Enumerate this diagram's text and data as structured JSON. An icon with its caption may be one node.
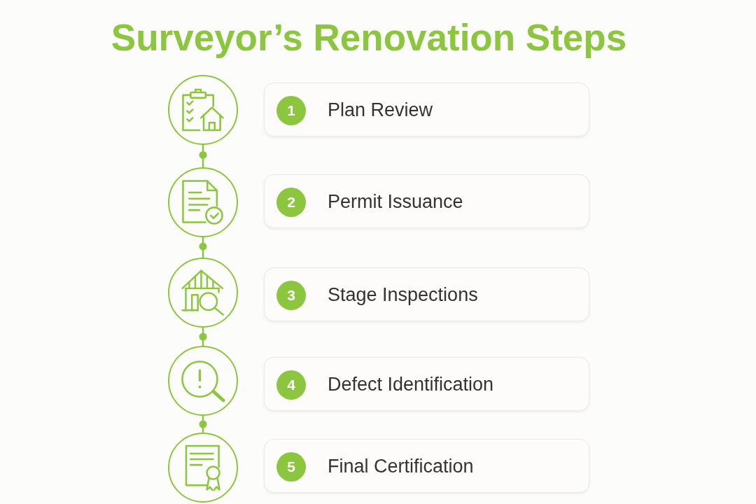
{
  "diagram": {
    "title": "Surveyor’s Renovation Steps",
    "nodes": [
      {
        "text": [],
        "shape": "circle"
      },
      {
        "text": [
          "Plan Review"
        ]
      },
      {
        "text": [
          "1"
        ],
        "in": 1
      },
      {
        "text": [],
        "shape": "circle"
      },
      {
        "text": [
          "Permit Issuance"
        ]
      },
      {
        "text": [
          "2"
        ],
        "in": 4
      },
      {
        "text": [],
        "shape": "circle"
      },
      {
        "text": [
          "Stage Inspections"
        ]
      },
      {
        "text": [
          "3"
        ],
        "in": 7
      },
      {
        "text": [],
        "shape": "circle"
      },
      {
        "text": [
          "Defect Identification"
        ]
      },
      {
        "text": [
          "4"
        ],
        "in": 10
      },
      {
        "text": [],
        "shape": "circle"
      },
      {
        "text": [
          "Final Certification"
        ]
      },
      {
        "text": [
          "5"
        ],
        "in": 13
      }
    ],
    "edges": [
      {
        "from": 0,
        "to": 3,
        "arrow": "none"
      },
      {
        "from": 3,
        "to": 6,
        "arrow": "none"
      },
      {
        "from": 6,
        "to": 9,
        "arrow": "none"
      },
      {
        "from": 9,
        "to": 12,
        "arrow": "none"
      }
    ]
  }
}
